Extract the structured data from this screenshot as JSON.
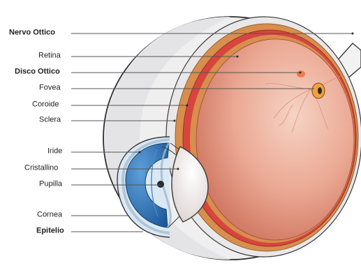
{
  "labels": {
    "nervo_ottico": "Nervo Ottico",
    "retina": "Retina",
    "disco_ottico": "Disco Ottico",
    "fovea": "Fovea",
    "coroide": "Coroide",
    "sclera": "Sclera",
    "iride": "Iride",
    "cristallino": "Cristallino",
    "pupilla": "Pupilla",
    "cornea": "Cornea",
    "epitelio": "Epitelio"
  },
  "colors": {
    "sclera": "#f0eff0",
    "outline": "#3a3a3a",
    "choroid": "#d88e4c",
    "retina": "#d8453e",
    "vitreous": "#e7a48e",
    "iris": "#2a6fb3",
    "lens": "#f3ecea",
    "leader": "#555555"
  }
}
